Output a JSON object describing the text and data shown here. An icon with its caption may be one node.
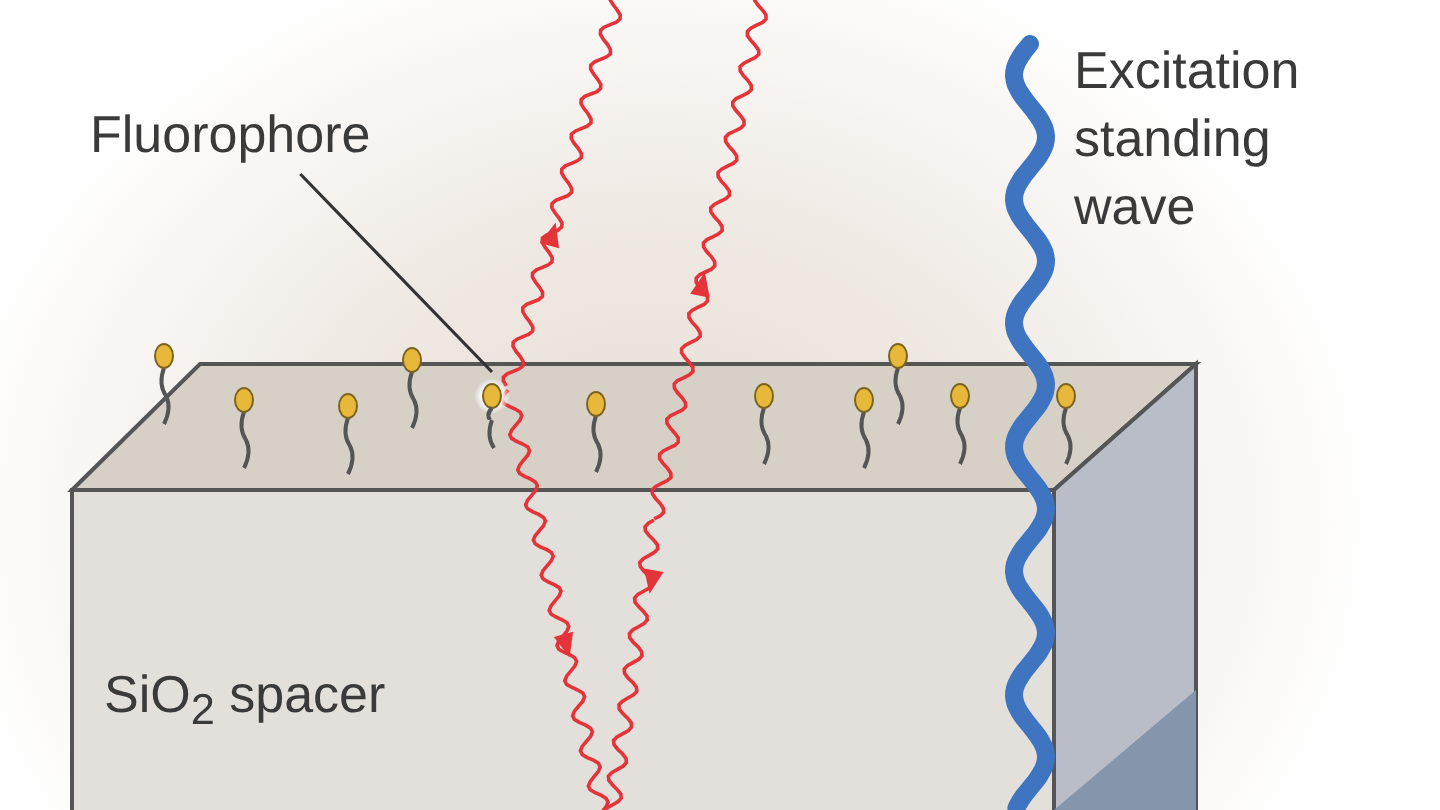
{
  "diagram": {
    "nodes": [
      {
        "text": [
          "Fluorophore"
        ]
      },
      {
        "text": [],
        "shape": "circle"
      }
    ],
    "edges": [
      {
        "from": 0,
        "to": 1,
        "arrow": "none"
      }
    ],
    "labels": [
      "Excitation standing wave",
      "SiO$_{2}$ spacer"
    ]
  }
}
